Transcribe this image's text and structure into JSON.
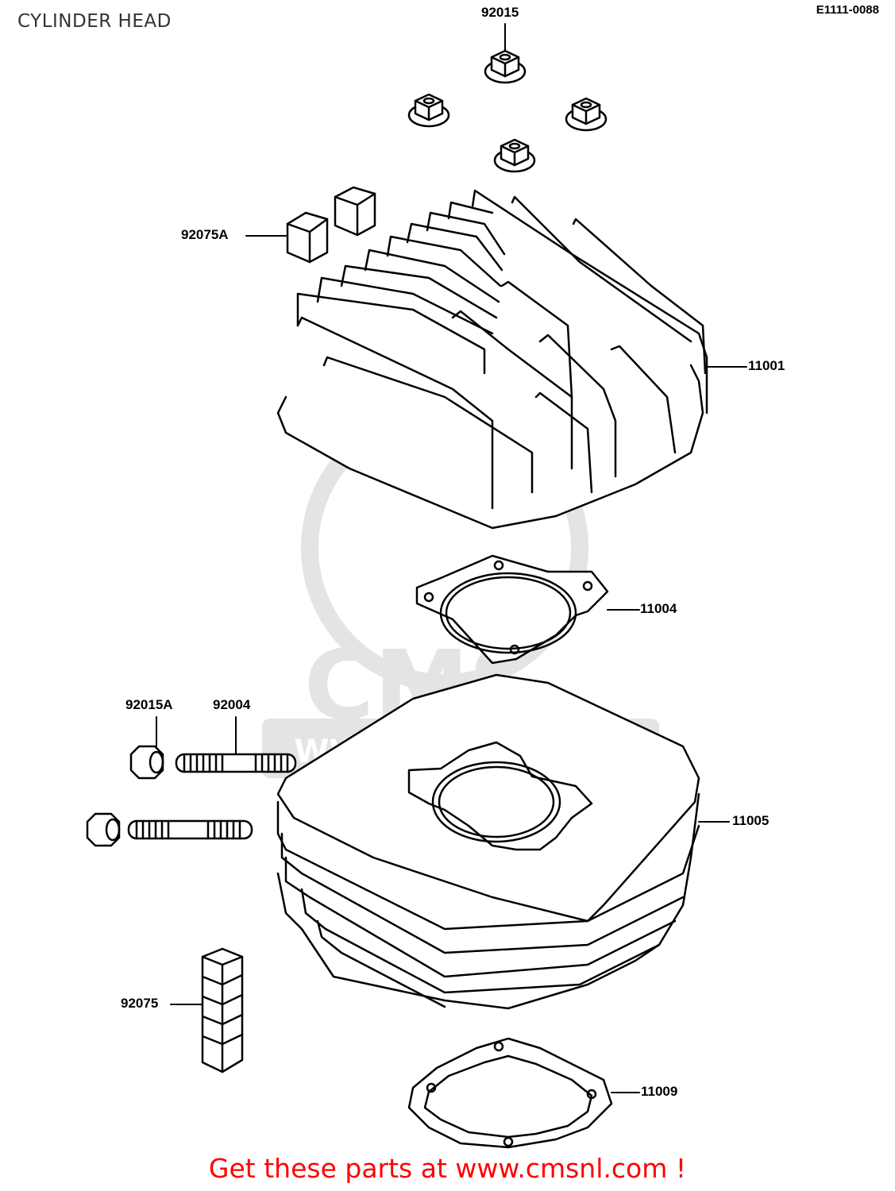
{
  "title": "CYLINDER HEAD",
  "reference_code": "E1111-0088",
  "watermark": {
    "big_text": "CMS",
    "url_text": "WWW.CMSNL.COM"
  },
  "parts": [
    {
      "number": "92015",
      "name": "nut"
    },
    {
      "number": "92075A",
      "name": "damper-block"
    },
    {
      "number": "11001",
      "name": "cylinder-head"
    },
    {
      "number": "11004",
      "name": "head-gasket"
    },
    {
      "number": "92015A",
      "name": "nut"
    },
    {
      "number": "92004",
      "name": "stud"
    },
    {
      "number": "11005",
      "name": "cylinder"
    },
    {
      "number": "92075",
      "name": "damper-block"
    },
    {
      "number": "11009",
      "name": "base-gasket"
    }
  ],
  "footer": "Get these parts at www.cmsnl.com !",
  "colors": {
    "footer": "#ff0000",
    "lines": "#000000",
    "watermark": "#e4e4e4"
  }
}
